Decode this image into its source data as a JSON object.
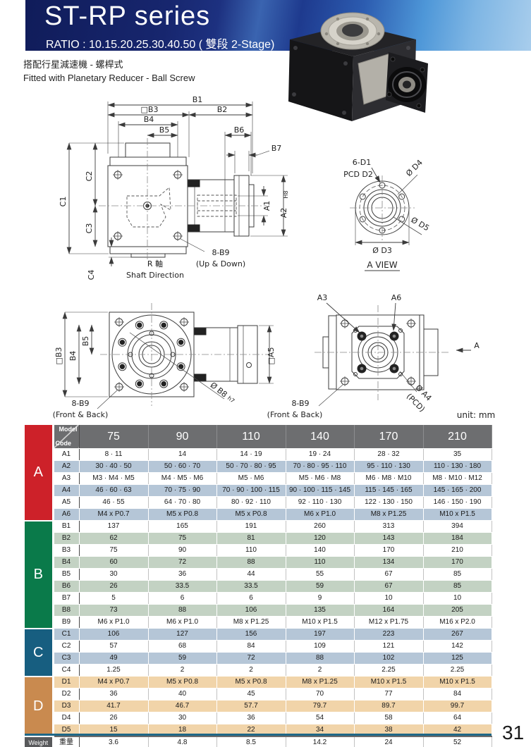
{
  "header": {
    "title": "ST-RP series",
    "ratio": "RATIO : 10.15.20.25.30.40.50 ( 雙段 2-Stage)",
    "subtitle_zh": "搭配行星減速機 - 螺桿式",
    "subtitle_en": "Fitted with Planetary Reducer - Ball Screw"
  },
  "page_number": "31",
  "colors": {
    "footer_line": "#1e6787",
    "header_cell_bg": "#6d6e70",
    "section_a": "#cd2129",
    "section_b": "#0a7a4a",
    "section_c": "#175e80",
    "section_d": "#c98a4f",
    "weight_band": "#58595b"
  },
  "drawings": {
    "unit_note": "unit: mm",
    "side": {
      "b1": "B1",
      "b3": "□B3",
      "b2": "B2",
      "b4": "B4",
      "b5": "B5",
      "b6": "B6",
      "b7": "B7",
      "c1": "C1",
      "c2": "C2",
      "c3": "C3",
      "c4": "C4",
      "a1": "A1",
      "a2": "A2",
      "a2_tol": "H8",
      "bolts": "8-B9",
      "bolts_note": "(Up & Down)",
      "shaft_zh": "R 軸",
      "shaft_en": "Shaft Direction"
    },
    "a_view": {
      "bolts": "6-D1",
      "pcd": "PCD  D2",
      "d4": "Ø D4",
      "d5": "Ø D5",
      "d3": "Ø D3",
      "caption": "A VIEW"
    },
    "front": {
      "b3": "□B3",
      "b4": "B4",
      "b5": "B5",
      "a5": "□A5",
      "bolts": "8-B9",
      "bolts_note": "(Front & Back)",
      "b8": "Ø B8",
      "b8_tol": "h7"
    },
    "output": {
      "a3": "A3",
      "a6": "A6",
      "view_arrow": "A",
      "bolts": "8-B9",
      "bolts_note": "(Front & Back)",
      "a4": "Ø A4",
      "a4_note": "(PCD)"
    }
  },
  "table": {
    "corner_top": "Model",
    "corner_bottom": "Code",
    "columns": [
      "75",
      "90",
      "110",
      "140",
      "170",
      "210"
    ],
    "sections": [
      {
        "label": "A",
        "band": "#cd2129",
        "stripe": "#b5c6d7",
        "rows": [
          {
            "code": "A1",
            "values": [
              "8 · 11",
              "14",
              "14 · 19",
              "19 · 24",
              "28 · 32",
              "35"
            ]
          },
          {
            "code": "A2",
            "values": [
              "30 · 40 · 50",
              "50 · 60 · 70",
              "50 · 70 · 80 · 95",
              "70 · 80 · 95 · 110",
              "95 · 110 · 130",
              "110 · 130 · 180"
            ]
          },
          {
            "code": "A3",
            "values": [
              "M3 · M4 · M5",
              "M4 · M5 · M6",
              "M5 · M6",
              "M5 · M6 · M8",
              "M6 · M8 · M10",
              "M8 · M10 · M12"
            ]
          },
          {
            "code": "A4",
            "values": [
              "46 · 60 · 63",
              "70 · 75 · 90",
              "70 · 90 · 100 · 115",
              "90 · 100 · 115 · 145",
              "115 · 145 · 165",
              "145 · 165 · 200"
            ]
          },
          {
            "code": "A5",
            "values": [
              "46 · 55",
              "64 · 70 · 80",
              "80 · 92 · 110",
              "92 · 110 · 130",
              "122 · 130 · 150",
              "146 · 150 · 190"
            ]
          },
          {
            "code": "A6",
            "values": [
              "M4 x P0.7",
              "M5 x P0.8",
              "M5 x P0.8",
              "M6 x P1.0",
              "M8 x P1.25",
              "M10 x P1.5"
            ]
          }
        ]
      },
      {
        "label": "B",
        "band": "#0a7a4a",
        "stripe": "#c3d2c3",
        "rows": [
          {
            "code": "B1",
            "values": [
              "137",
              "165",
              "191",
              "260",
              "313",
              "394"
            ]
          },
          {
            "code": "B2",
            "values": [
              "62",
              "75",
              "81",
              "120",
              "143",
              "184"
            ]
          },
          {
            "code": "B3",
            "values": [
              "75",
              "90",
              "110",
              "140",
              "170",
              "210"
            ]
          },
          {
            "code": "B4",
            "values": [
              "60",
              "72",
              "88",
              "110",
              "134",
              "170"
            ]
          },
          {
            "code": "B5",
            "values": [
              "30",
              "36",
              "44",
              "55",
              "67",
              "85"
            ]
          },
          {
            "code": "B6",
            "values": [
              "26",
              "33.5",
              "33.5",
              "59",
              "67",
              "85"
            ]
          },
          {
            "code": "B7",
            "values": [
              "5",
              "6",
              "6",
              "9",
              "10",
              "10"
            ]
          },
          {
            "code": "B8",
            "values": [
              "73",
              "88",
              "106",
              "135",
              "164",
              "205"
            ]
          },
          {
            "code": "B9",
            "values": [
              "M6 x P1.0",
              "M6 x P1.0",
              "M8 x P1.25",
              "M10 x P1.5",
              "M12 x P1.75",
              "M16 x P2.0"
            ]
          }
        ]
      },
      {
        "label": "C",
        "band": "#175e80",
        "stripe": "#b5c6d7",
        "rows": [
          {
            "code": "C1",
            "values": [
              "106",
              "127",
              "156",
              "197",
              "223",
              "267"
            ]
          },
          {
            "code": "C2",
            "values": [
              "57",
              "68",
              "84",
              "109",
              "121",
              "142"
            ]
          },
          {
            "code": "C3",
            "values": [
              "49",
              "59",
              "72",
              "88",
              "102",
              "125"
            ]
          },
          {
            "code": "C4",
            "values": [
              "1.25",
              "2",
              "2",
              "2",
              "2.25",
              "2.25"
            ]
          }
        ]
      },
      {
        "label": "D",
        "band": "#c98a4f",
        "stripe": "#f1d4a9",
        "rows": [
          {
            "code": "D1",
            "values": [
              "M4 x P0.7",
              "M5 x P0.8",
              "M5 x P0.8",
              "M8 x P1.25",
              "M10 x P1.5",
              "M10 x P1.5"
            ]
          },
          {
            "code": "D2",
            "values": [
              "36",
              "40",
              "45",
              "70",
              "77",
              "84"
            ]
          },
          {
            "code": "D3",
            "values": [
              "41.7",
              "46.7",
              "57.7",
              "79.7",
              "89.7",
              "99.7"
            ]
          },
          {
            "code": "D4",
            "values": [
              "26",
              "30",
              "36",
              "54",
              "58",
              "64"
            ]
          },
          {
            "code": "D5",
            "values": [
              "15",
              "18",
              "22",
              "34",
              "38",
              "42"
            ]
          }
        ]
      }
    ],
    "weight_row": {
      "label": "Weight",
      "band": "#58595b",
      "code": "重量",
      "values": [
        "3.6",
        "4.8",
        "8.5",
        "14.2",
        "24",
        "52"
      ]
    }
  }
}
